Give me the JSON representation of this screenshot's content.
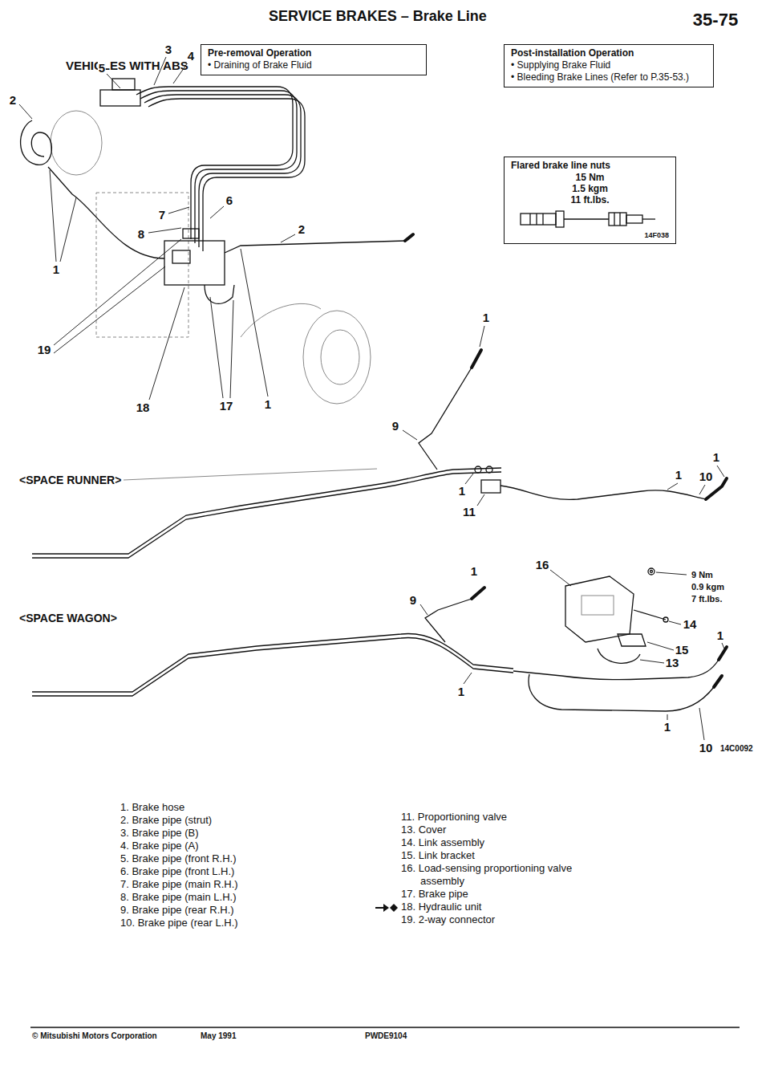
{
  "diagram": {
    "title": "SERVICE BRAKES – Brake Line",
    "nodes": [
      {
        "text": [
          "Pre-removal Operation",
          "• Draining of Brake Fluid"
        ]
      },
      {
        "text": [
          "Post-installation Operation",
          "• Supplying Brake Fluid",
          "• Bleeding Brake Lines (Refer to P.35-53.)"
        ]
      },
      {
        "text": [
          "Flared brake line nuts",
          "15 Nm",
          "1.5 kgm",
          "11 ft.lbs.",
          "14F038"
        ]
      }
    ],
    "labels": [
      "35-75",
      "VEHICLES WITH ABS",
      "5",
      "3",
      "4",
      "2",
      "7",
      "6",
      "8",
      "2",
      "1",
      "19",
      "18",
      "17",
      "1",
      "1",
      "9",
      "<SPACE RUNNER>",
      "1",
      "1",
      "10",
      "1",
      "11",
      "16",
      "9 Nm",
      "0.9 kgm",
      "7 ft.lbs.",
      "1",
      "<SPACE WAGON>",
      "9",
      "14",
      "1",
      "15",
      "13",
      "1",
      "1",
      "10",
      "14C0092",
      "1. Brake hose",
      "2. Brake pipe (strut)",
      "3. Brake pipe (B)",
      "4. Brake pipe (A)",
      "5. Brake pipe (front R.H.)",
      "6. Brake pipe (front L.H.)",
      "7. Brake pipe (main R.H.)",
      "8. Brake pipe (main L.H.)",
      "9. Brake pipe (rear R.H.)",
      "10. Brake pipe (rear L.H.)",
      "11. Proportioning valve",
      "13. Cover",
      "14. Link assembly",
      "15. Link bracket",
      "16. Load-sensing proportioning valve assembly",
      "17. Brake pipe",
      "18. Hydraulic unit",
      "19. 2-way connector",
      "© Mitsubishi Motors Corporation",
      "May 1991",
      "PWDE9104"
    ]
  }
}
